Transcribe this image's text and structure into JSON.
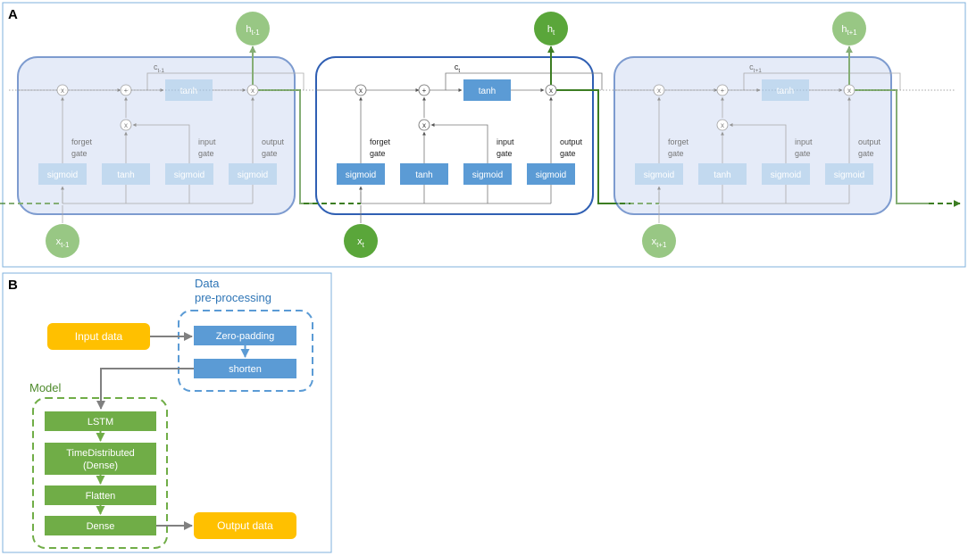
{
  "panel_a": {
    "letter": "A",
    "cells": [
      {
        "id": "t-1",
        "state": "faded",
        "cell_state_label": "c_{t-1}",
        "hidden_label": "h_{t-1}",
        "input_label": "x_{t-1}",
        "gates": [
          "sigmoid",
          "tanh",
          "sigmoid",
          "sigmoid"
        ],
        "gate_labels": {
          "forget": "forget gate",
          "input": "input gate",
          "output": "output gate"
        },
        "tanh_top": "tanh",
        "ops": {
          "mul": "x",
          "add": "+"
        }
      },
      {
        "id": "t",
        "state": "active",
        "cell_state_label": "c_t",
        "hidden_label": "h_t",
        "input_label": "x_t",
        "gates": [
          "sigmoid",
          "tanh",
          "sigmoid",
          "sigmoid"
        ],
        "gate_labels": {
          "forget": "forget gate",
          "input": "input gate",
          "output": "output gate"
        },
        "tanh_top": "tanh",
        "ops": {
          "mul": "x",
          "add": "+"
        }
      },
      {
        "id": "t+1",
        "state": "faded",
        "cell_state_label": "c_{t+1}",
        "hidden_label": "h_{t+1}",
        "input_label": "x_{t+1}",
        "gates": [
          "sigmoid",
          "tanh",
          "sigmoid",
          "sigmoid"
        ],
        "gate_labels": {
          "forget": "forget gate",
          "input": "input gate",
          "output": "output gate"
        },
        "tanh_top": "tanh",
        "ops": {
          "mul": "x",
          "add": "+"
        }
      }
    ]
  },
  "panel_b": {
    "letter": "B",
    "input_data": "Input data",
    "output_data": "Output data",
    "preprocessing": {
      "title_line1": "Data",
      "title_line2": "pre-processing",
      "steps": [
        "Zero-padding",
        "shorten"
      ]
    },
    "model": {
      "title": "Model",
      "layers": [
        "LSTM",
        "TimeDistributed (Dense)",
        "Flatten",
        "Dense"
      ]
    }
  },
  "colors": {
    "green_node": "#5aa63a",
    "blue_box": "#5b9bd5",
    "blue_box_faded": "#9dc3e6",
    "cell_border": "#2f5fb3",
    "cell_fill_faded": "#d6e0f5",
    "orange": "#ffc000",
    "model_green": "#70ad47",
    "preproc_title": "#2e75b6",
    "model_title": "#4e8a2c"
  }
}
